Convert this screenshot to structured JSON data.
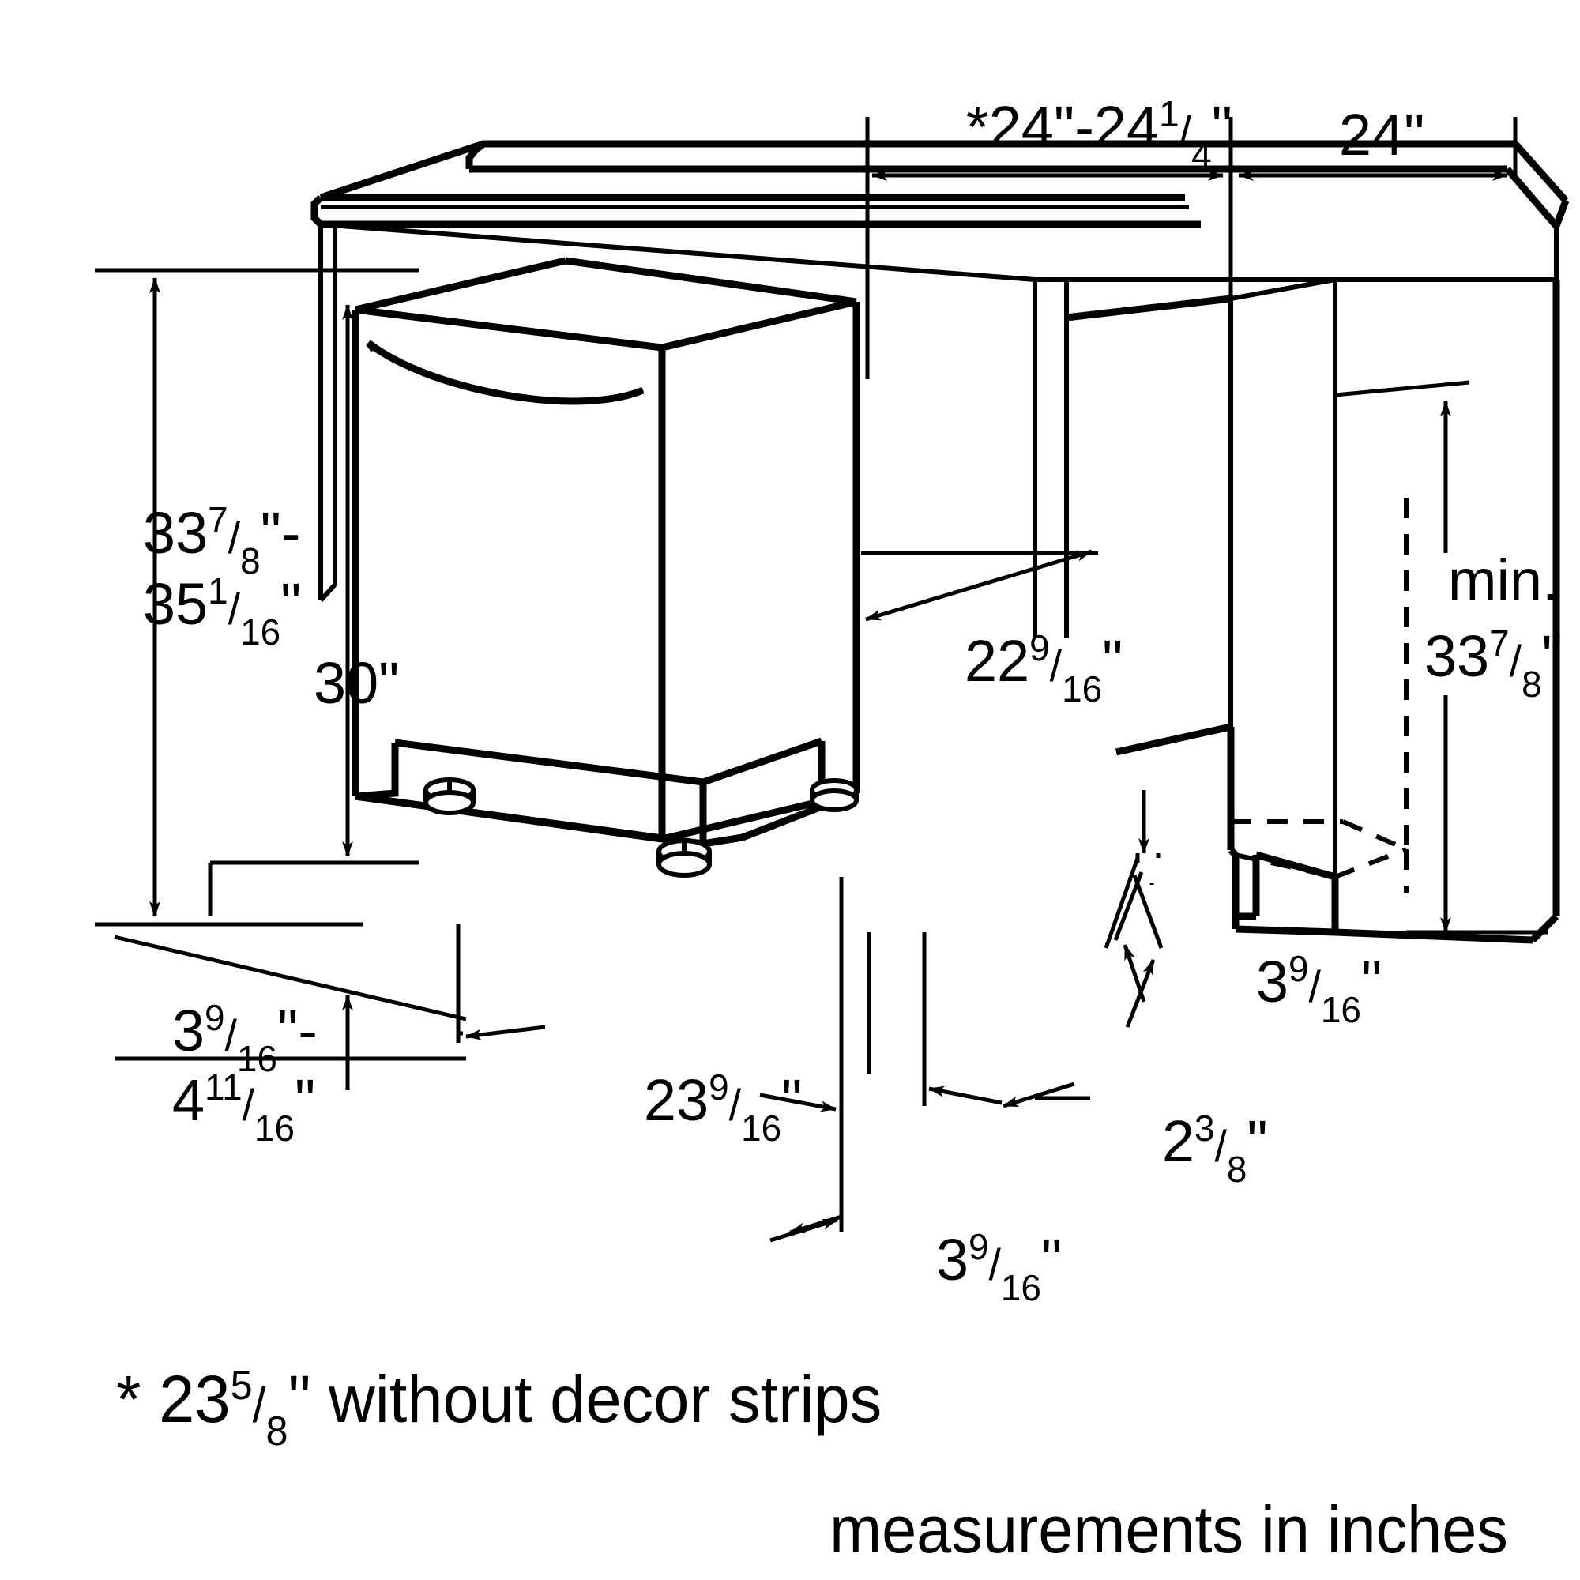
{
  "drawing": {
    "title": "Dishwasher installation dimension drawing",
    "units_note": "measurements in inches",
    "footnote": "* 235/8\" without decor strips",
    "footnote_parts": {
      "prefix": "* 23",
      "numerator": "5",
      "denominator": "8",
      "suffix": "\" without decor strips"
    },
    "stroke_color": "#000000",
    "background_color": "#ffffff"
  },
  "dimensions": {
    "top_width_opening": {
      "label": "*24\"-241/4\"",
      "p1": "*24\"-24",
      "num": "1",
      "den": "4",
      "p2": "\""
    },
    "top_width_cabinet": {
      "label": "24\"",
      "p1": "24\""
    },
    "overall_height_range": {
      "line1_p1": "33",
      "line1_num": "7",
      "line1_den": "8",
      "line1_p2": "\"-",
      "line2_p1": "35",
      "line2_num": "1",
      "line2_den": "16",
      "line2_p2": "\""
    },
    "counter_height": {
      "label": "30\"",
      "p1": "30\""
    },
    "depth": {
      "p1": "22",
      "num": "9",
      "den": "16",
      "p2": "\""
    },
    "min_opening_height": {
      "line1": "min.",
      "line2_p1": "33",
      "line2_num": "7",
      "line2_den": "8",
      "line2_p2": "\""
    },
    "toe_kick_height_range": {
      "line1_p1": "3",
      "line1_num": "9",
      "line1_den": "16",
      "line1_p2": "\"-",
      "line2_p1": "4",
      "line2_num": "11",
      "line2_den": "16",
      "line2_p2": "\""
    },
    "base_width": {
      "p1": "23",
      "num": "9",
      "den": "16",
      "p2": "\""
    },
    "toe_kick_depth_right": {
      "p1": "3",
      "num": "9",
      "den": "16",
      "p2": "\""
    },
    "toe_kick_inset": {
      "p1": "2",
      "num": "3",
      "den": "8",
      "p2": "\""
    },
    "toe_kick_height_bottom": {
      "p1": "3",
      "num": "9",
      "den": "16",
      "p2": "\""
    }
  },
  "notes": {
    "decor_strips": "* 235/8\" without decor strips",
    "units": "measurements in inches"
  }
}
